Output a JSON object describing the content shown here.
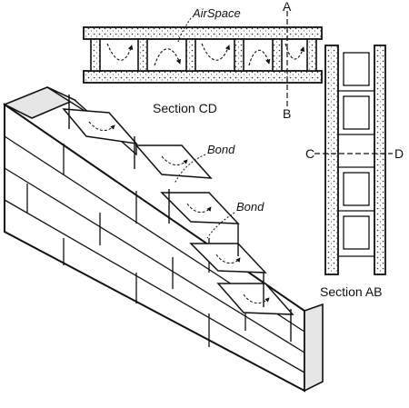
{
  "labels": {
    "air_space": "AirSpace",
    "a": "A",
    "b": "B",
    "c": "C",
    "d": "D",
    "section_cd": "Section CD",
    "section_ab": "Section AB",
    "bond_upper": "Bond",
    "bond_lower": "Bond"
  },
  "colors": {
    "ink": "#111111",
    "fill_light": "#e6e6e6",
    "stipple": "#bdbdbd",
    "paper": "#ffffff"
  }
}
